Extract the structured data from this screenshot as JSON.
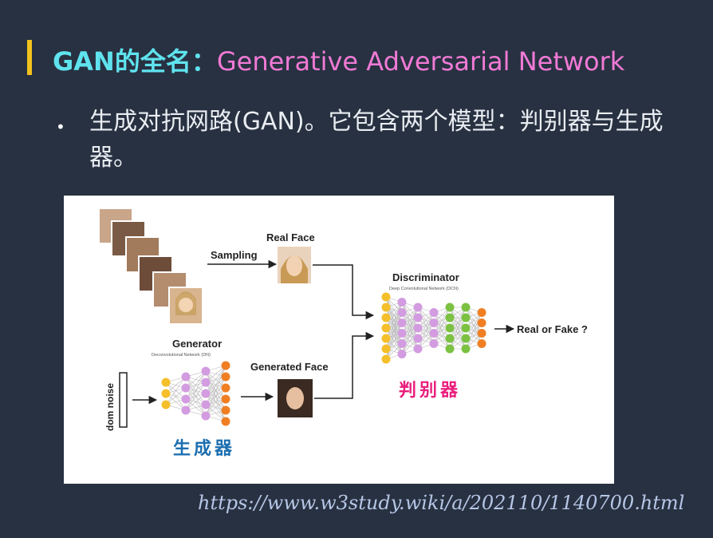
{
  "slide": {
    "title_prefix": "GAN的全名：",
    "title_main": "Generative Adversarial Network",
    "bullet_symbol": "•",
    "bullet_text": "生成对抗网路(GAN)。它包含两个模型：判别器与生成器。",
    "source_url": "https://www.w3study.wiki/a/202110/1140700.html"
  },
  "diagram": {
    "sampling_label": "Sampling",
    "real_face_label": "Real Face",
    "generator_label": "Generator",
    "generator_sub": "Deconvolutional Network (DN)",
    "generated_face_label": "Generated Face",
    "discriminator_label": "Discriminator",
    "discriminator_sub": "Deep Convolutional Network (DCN)",
    "output_label": "Real or Fake ?",
    "noise_label": "dom noise",
    "generator_cn": "生成器",
    "discriminator_cn": "判别器"
  },
  "colors": {
    "background": "#283141",
    "accent_bar": "#f3c21c",
    "title_prefix": "#5fe3ee",
    "title_main": "#f17ad6",
    "node_yellow": "#f4bf2a",
    "node_purple": "#d39be0",
    "node_orange": "#f07f24",
    "node_green": "#7cc142",
    "generator_cn": "#1c6fb0",
    "discriminator_cn": "#e91e7c"
  }
}
